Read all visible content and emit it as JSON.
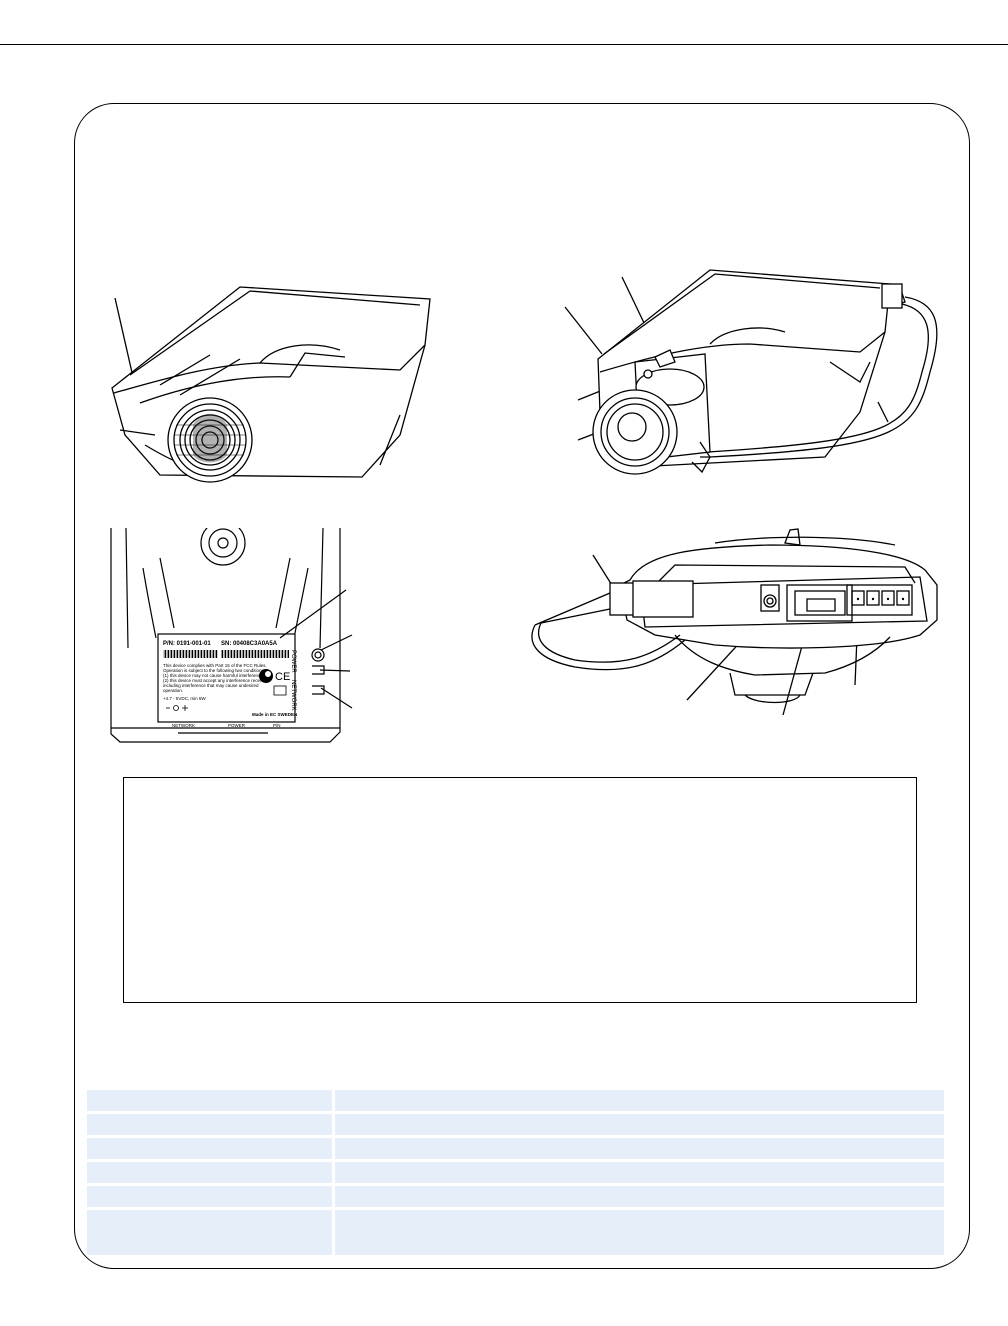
{
  "rear_label": {
    "pn": "P/N: 0191-001-01",
    "sn": "SN: 00408C3A0A5A",
    "compliance_1": "This device complies with Part 15 of the FCC Rules.",
    "compliance_2": "Operation is subject to the following two conditions:",
    "compliance_3": "(1) this device may not cause harmful interference, and",
    "compliance_4": "(2) this device must accept any interference received,",
    "compliance_5": "including interference that may cause undesired",
    "compliance_6": "operation.",
    "power_spec": "+4.7 - 5VDC, min 5W",
    "made_in": "Made in EC SWEDEN",
    "ce_mark": "CE",
    "side_power": "POWER",
    "side_network": "NETWORK",
    "bottom_network": "NETWORK",
    "bottom_power": "POWER",
    "bottom_pn": "P/N"
  },
  "colors": {
    "table_fill": "#e6eefa",
    "outline": "#000000"
  }
}
